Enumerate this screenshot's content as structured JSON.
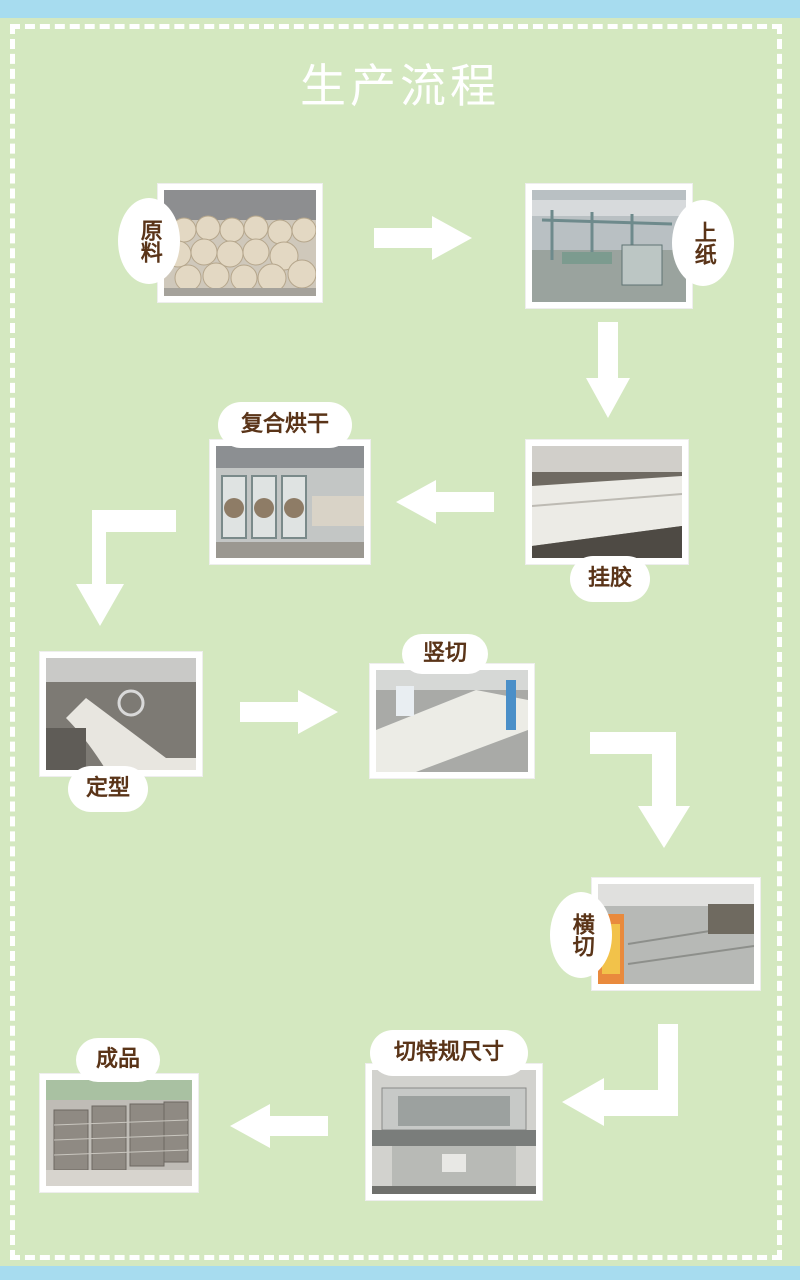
{
  "title": "生产流程",
  "steps": [
    {
      "label": "原料"
    },
    {
      "label": "上纸"
    },
    {
      "label": "挂胶"
    },
    {
      "label": "复合烘干"
    },
    {
      "label": "定型"
    },
    {
      "label": "竖切"
    },
    {
      "label": "横切"
    },
    {
      "label": "切特规尺寸"
    },
    {
      "label": "成品"
    }
  ],
  "colors": {
    "background": "#d4e8c0",
    "band": "#a7dcef",
    "label_text": "#5a3418",
    "arrow": "#ffffff"
  }
}
